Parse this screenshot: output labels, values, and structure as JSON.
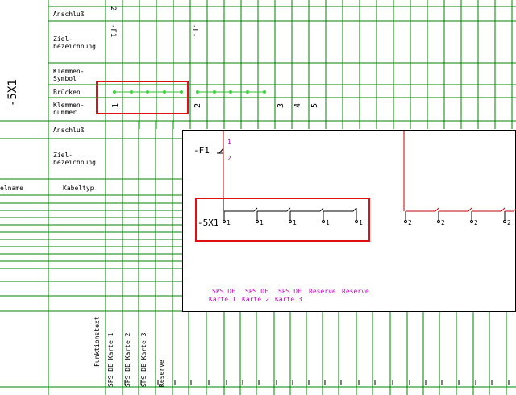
{
  "colors": {
    "grid": "#008000",
    "highlight": "#e01010",
    "magenta": "#c000c0",
    "wire": "#c00000",
    "bridge_dot": "#40d040"
  },
  "left_label": "-5X1",
  "rows": {
    "anschluss_top": "Anschluß",
    "zielbezeichnung_top": "Ziel-\nbezeichnung",
    "klemmen_symbol": "Klemmen-\nSymbol",
    "bruecken": "Brücken",
    "klemmennummer": "Klemmen-\nnummer",
    "anschluss_bottom": "Anschluß",
    "zielbezeichnung_bottom": "Ziel-\nbezeichnung",
    "kabelname": "elname",
    "kabeltyp": "Kabeltyp"
  },
  "top_targets": {
    "anschluss_2": "2",
    "ziel_f1": "-F1",
    "ziel_l": "-L-"
  },
  "terminal_numbers": [
    "1",
    "2",
    "3",
    "4",
    "5"
  ],
  "function_texts": [
    "Funktionstext",
    "SPS DE Karte 1",
    "SPS DE Karte 2",
    "SPS DE Karte 3",
    "Reserve"
  ],
  "popup": {
    "f1_label": "-F1",
    "f1_pin_top": "1",
    "f1_pin_bottom": "2",
    "strip_label": "-5X1",
    "left_terminals": [
      "1",
      "1",
      "1",
      "1",
      "1"
    ],
    "right_terminals": [
      "2",
      "2",
      "2",
      "2"
    ],
    "labels": [
      {
        "line1": "SPS DE",
        "line2": "Karte 1"
      },
      {
        "line1": "SPS DE",
        "line2": "Karte 2"
      },
      {
        "line1": "SPS DE",
        "line2": "Karte 3"
      },
      {
        "line1": "Reserve",
        "line2": ""
      },
      {
        "line1": "Reserve",
        "line2": ""
      }
    ]
  }
}
